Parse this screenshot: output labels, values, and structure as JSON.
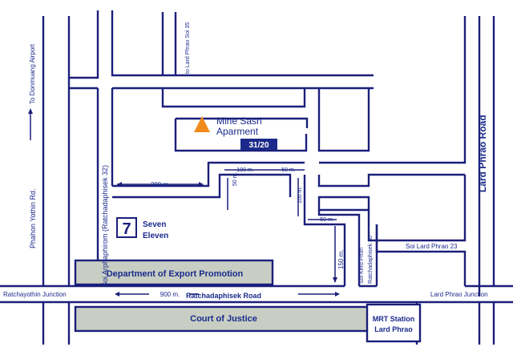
{
  "map": {
    "roads": {
      "phahon_yothin": "Phahon Yothin Rd.",
      "to_donmuang": "To Donmuang Airport",
      "soi_arphaphirom": "Soi Arphaphirom (Ratchadaphisek 32)",
      "to_lard_phrao_35": "to Lard Phrao Soi 35",
      "lard_phrao_road": "Lard Phrao Road",
      "soi_lard_phrao_23": "Soi Lard Phrao 23",
      "soi_kerd_phon": "Soi Kerd Phon",
      "ratchadaphisek_30": "Ratchadaphisek 30",
      "ratchadaphisek_road": "Ratchadaphisek Road",
      "ratchayothin_junction": "Ratchayothin Junction",
      "lard_phrao_junction": "Lard Phrao Junction"
    },
    "places": {
      "apartment_line1": "Mine Sasri",
      "apartment_line2": "Aparment",
      "apartment_number": "31/20",
      "seven_eleven_line1": "Seven",
      "seven_eleven_line2": "Eleven",
      "seven_eleven_logo": "7",
      "dept_export": "Department of Export Promotion",
      "court": "Court of Justice",
      "mrt_line1": "MRT Station",
      "mrt_line2": "Lard Phrao"
    },
    "distances": {
      "d200": "200 m.",
      "d100a": "100 m.",
      "d50a": "50 m.",
      "d50b": "50 m.",
      "d100b": "100 m.",
      "d50c": "50 m.",
      "d150": "150 m.",
      "d900": "900 m."
    },
    "colors": {
      "road": "#1b1f7a",
      "label": "#1a2a8c",
      "apartment": "#f08a1c",
      "building_fill": "#c8cec3",
      "badge": "#1b2a8a"
    }
  }
}
